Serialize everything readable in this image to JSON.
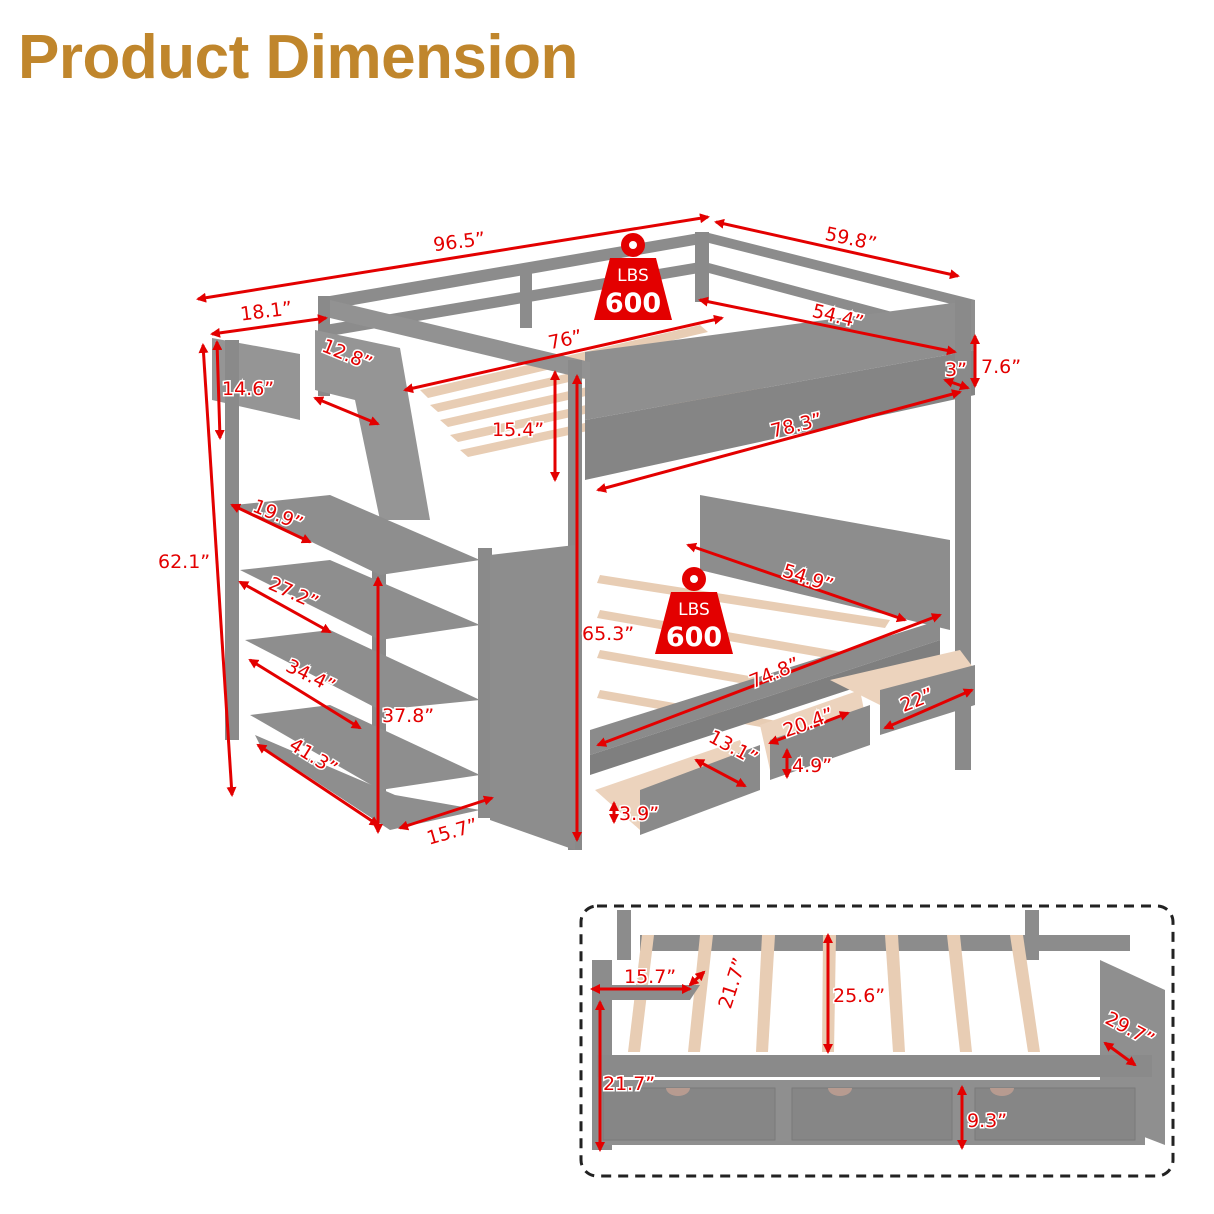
{
  "title": "Product Dimension",
  "colors": {
    "title": "#c0862c",
    "dimension": "#e30000",
    "frame": "#8c8c8c",
    "frame_dark": "#6f6f6f",
    "slat": "#e8cdb4",
    "drawer_inner": "#ecd3bd"
  },
  "weight_badges": [
    {
      "unit": "LBS",
      "value": "600",
      "location": "top bunk"
    },
    {
      "unit": "LBS",
      "value": "600",
      "location": "bottom bunk"
    }
  ],
  "main_view": {
    "overall": {
      "length": "96.5”",
      "width": "59.8”",
      "height": "65.3”",
      "stair_depth": "18.1”",
      "stair_height": "62.1”"
    },
    "top_bunk": {
      "mattress_length": "76”",
      "mattress_width": "54.4”",
      "guardrail_height": "15.4”",
      "side_rail_length": "78.3”",
      "rail_thickness": "3”",
      "rail_height": "7.6”"
    },
    "stairs": {
      "top_panel_height": "14.6”",
      "step_1": "12.8”",
      "step_2": "19.9”",
      "step_3": "27.2”",
      "step_4": "34.4”",
      "step_5": "41.3”",
      "stair_width": "15.7”",
      "landing_height": "37.8”"
    },
    "bottom_bunk": {
      "mattress_length": "74.8”",
      "mattress_width": "54.9”"
    },
    "drawers": {
      "width": "20.4”",
      "depth": "22”",
      "inner_depth": "13.1”",
      "height": "4.9”",
      "inner_height": "3.9”"
    }
  },
  "inset_view": {
    "stair_step_width": "15.7”",
    "stair_step_depth": "21.7”",
    "stair_floor_height": "21.7”",
    "underbed_clearance": "25.6”",
    "bed_side_width": "29.7”",
    "drawer_height": "9.3”"
  }
}
